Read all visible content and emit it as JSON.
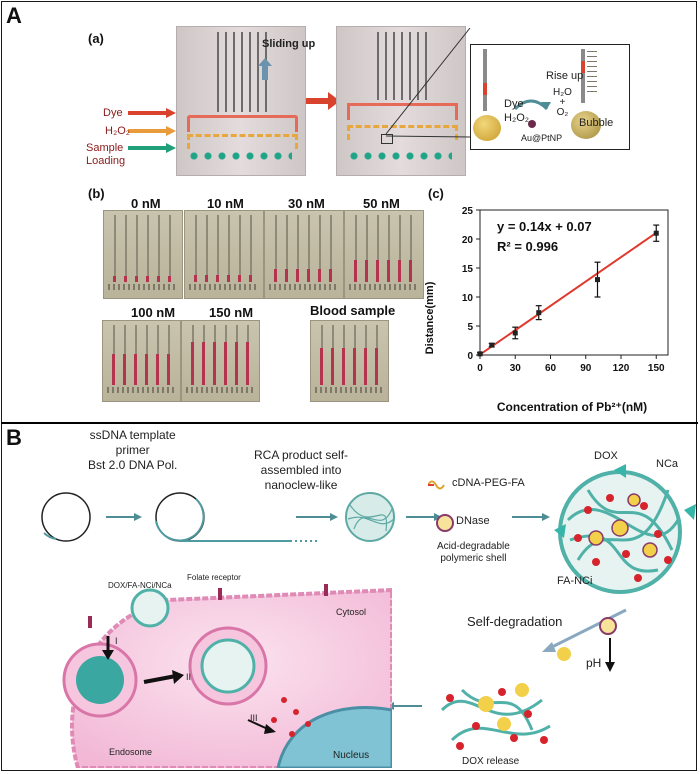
{
  "panelA": {
    "label": "A",
    "sub_a": "(a)",
    "sub_b": "(b)",
    "sub_c": "(c)",
    "dye": "Dye",
    "h2o2": "H₂O₂",
    "sample_loading": "Sample\nLoading",
    "sliding_up": "Sliding up",
    "rise_up": "Rise up",
    "dye_zoom": "Dye",
    "h2o2_zoom": "H₂O₂",
    "h2o_o2": "H₂O\n+\nO₂",
    "bubble": "Bubble",
    "catalyst": "Au@PtNP",
    "photos": [
      "0 nM",
      "10 nM",
      "30 nM",
      "50 nM",
      "100 nM",
      "150 nM",
      "Blood sample"
    ]
  },
  "panelB": {
    "label": "B",
    "step1": "ssDNA template\nprimer\nBst 2.0 DNA Pol.",
    "step2": "RCA product self-\nassembled into\nnanoclew-like",
    "cdna": "cDNA-PEG-FA",
    "dnase": "DNase",
    "shell": "Acid-degradable\npolymeric shell",
    "dox": "DOX",
    "nca": "NCa",
    "fanci": "FA-NCi",
    "self_degradation": "Self-degradation",
    "ph": "pH",
    "dox_release": "DOX release",
    "cell_complex": "DOX/FA-NCi/NCa",
    "folate_receptor": "Folate receptor",
    "cytosol": "Cytosol",
    "endosome": "Endosome",
    "nucleus": "Nucleus",
    "roman": [
      "I",
      "II",
      "III"
    ]
  },
  "colors": {
    "red_arrow": "#d9432e",
    "orange_arrow": "#e99a3b",
    "green_arrow": "#1f9f7a",
    "blue_arrow": "#6a94ad",
    "fit_line": "#e03a2e",
    "teal_arrow": "#4e8d96",
    "cell_pink": "#f2b8d6"
  },
  "chart_data": {
    "type": "scatter",
    "title": "",
    "equation": "y = 0.14x + 0.07",
    "r2": "R² = 0.996",
    "xlabel": "Concentration of Pb²⁺(nM)",
    "ylabel": "Distance(mm)",
    "xlim": [
      0,
      160
    ],
    "ylim": [
      0,
      25
    ],
    "xticks": [
      0,
      30,
      60,
      90,
      120,
      150
    ],
    "yticks": [
      0,
      5,
      10,
      15,
      20,
      25
    ],
    "x": [
      0,
      10,
      30,
      50,
      100,
      150
    ],
    "y": [
      0.2,
      1.7,
      3.8,
      7.3,
      13.0,
      21.0
    ],
    "err": [
      0.2,
      0.3,
      1.0,
      1.2,
      3.0,
      1.4
    ],
    "fit": {
      "slope": 0.14,
      "intercept": 0.07
    }
  }
}
